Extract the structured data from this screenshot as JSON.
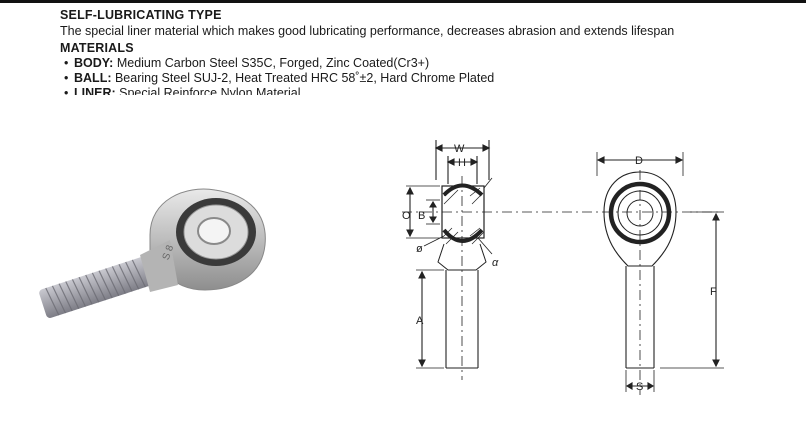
{
  "section_title": "SELF-LUBRICATING TYPE",
  "section_desc": "The special liner material which makes good lubricating performance, decreases abrasion and extends lifespan",
  "materials_title": "MATERIALS",
  "materials": [
    {
      "label": "BODY:",
      "text": " Medium Carbon Steel S35C, Forged, Zinc Coated(Cr3+)"
    },
    {
      "label": "BALL:",
      "text": " Bearing Steel SUJ-2, Heat Treated HRC 58˚±2, Hard Chrome Plated"
    },
    {
      "label": "LINER:",
      "text": " Special Reinforce Nylon Material"
    }
  ],
  "photo_marking": "S 8",
  "dimension_labels": {
    "W": "W",
    "H": "H",
    "B": "B",
    "O": "O",
    "phi": "ø",
    "alpha": "α",
    "A": "A",
    "D": "D",
    "F": "F",
    "S": "S"
  }
}
